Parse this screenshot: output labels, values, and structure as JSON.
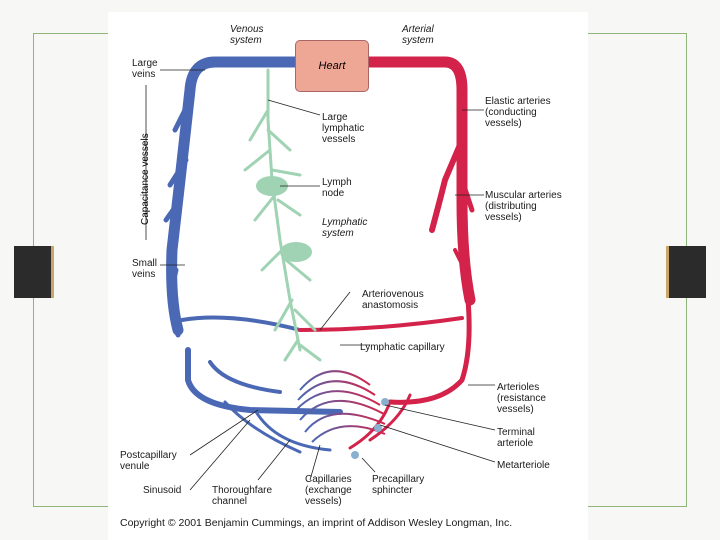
{
  "labels": {
    "venous_system": "Venous\nsystem",
    "arterial_system": "Arterial\nsystem",
    "heart": "Heart",
    "large_veins": "Large\nveins",
    "capacitance_vessels": "Capacitance vessels",
    "large_lymphatic": "Large\nlymphatic\nvessels",
    "lymph_node": "Lymph\nnode",
    "lymphatic_system": "Lymphatic\nsystem",
    "elastic_arteries": "Elastic arteries\n(conducting\nvessels)",
    "muscular_arteries": "Muscular arteries\n(distributing\nvessels)",
    "small_veins": "Small\nveins",
    "av_anastomosis": "Arteriovenous\nanastomosis",
    "lymphatic_capillary": "Lymphatic capillary",
    "arterioles": "Arterioles\n(resistance\nvessels)",
    "terminal_arteriole": "Terminal\narteriole",
    "metarteriole": "Metarteriole",
    "postcapillary_venule": "Postcapillary\nvenule",
    "sinusoid": "Sinusoid",
    "thoroughfare": "Thoroughfare\nchannel",
    "capillaries": "Capillaries\n(exchange\nvessels)",
    "precapillary": "Precapillary\nsphincter"
  },
  "copyright": "Copyright © 2001 Benjamin Cummings, an imprint of Addison Wesley Longman, Inc.",
  "colors": {
    "artery": "#d4234a",
    "vein": "#4a68b4",
    "lymph": "#9fd3b3",
    "heart": "#eea695"
  }
}
